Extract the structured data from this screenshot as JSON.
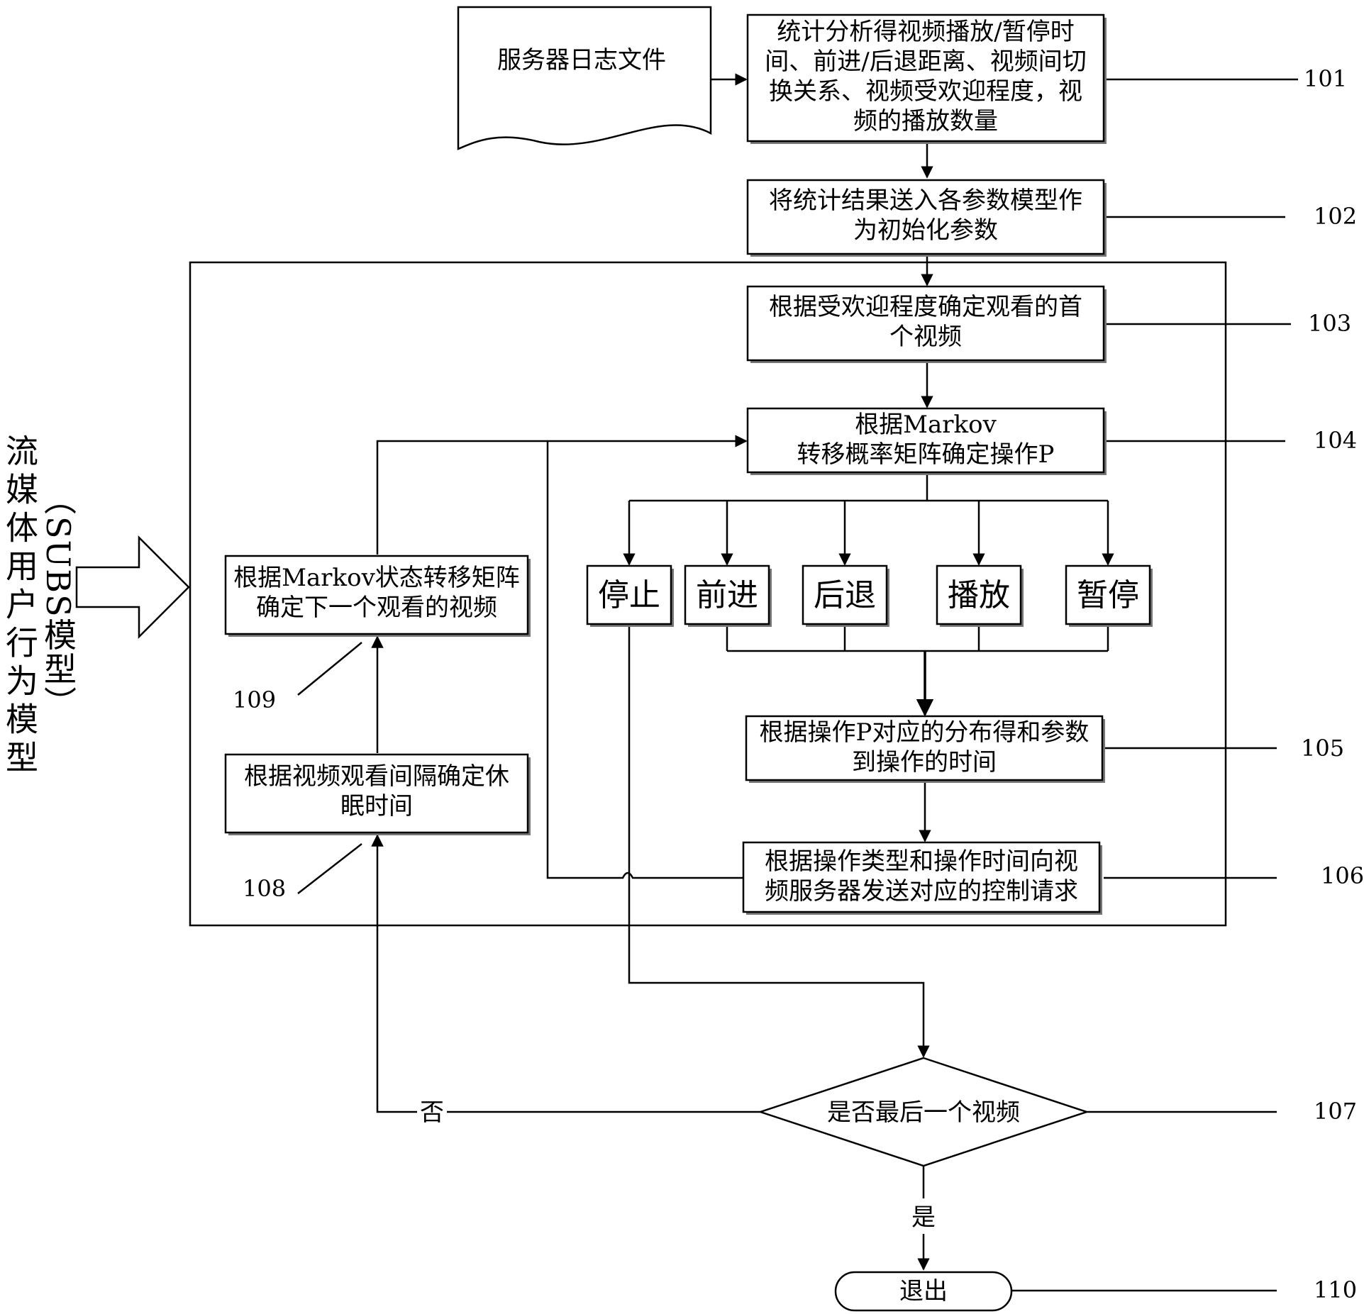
{
  "side_label": {
    "line1": "流媒体用户行为模型",
    "line2": "（SUBS模型）"
  },
  "nodes": {
    "server_log": "服务器日志文件",
    "step101": [
      "统计分析得视频播放/暂停时",
      "间、前进/后退距离、视频间切",
      "换关系、视频受欢迎程度，视",
      "频的播放数量"
    ],
    "step102": [
      "将统计结果送入各参数模型作",
      "为初始化参数"
    ],
    "step103": [
      "根据受欢迎程度确定观看的首",
      "个视频"
    ],
    "step104": [
      "根据Markov",
      "转移概率矩阵确定操作P"
    ],
    "ops": [
      "停止",
      "前进",
      "后退",
      "播放",
      "暂停"
    ],
    "step105": [
      "根据操作P对应的分布得和参数",
      "到操作的时间"
    ],
    "step106": [
      "根据操作类型和操作时间向视",
      "频服务器发送对应的控制请求"
    ],
    "step107": "是否最后一个视频",
    "step108": [
      "根据视频观看间隔确定休",
      "眠时间"
    ],
    "step109": [
      "根据Markov状态转移矩阵",
      "确定下一个观看的视频"
    ],
    "step110": "退出"
  },
  "branch_labels": {
    "no": "否",
    "yes": "是"
  },
  "refs": {
    "r101": "101",
    "r102": "102",
    "r103": "103",
    "r104": "104",
    "r105": "105",
    "r106": "106",
    "r107": "107",
    "r108": "108",
    "r109": "109",
    "r110": "110"
  }
}
